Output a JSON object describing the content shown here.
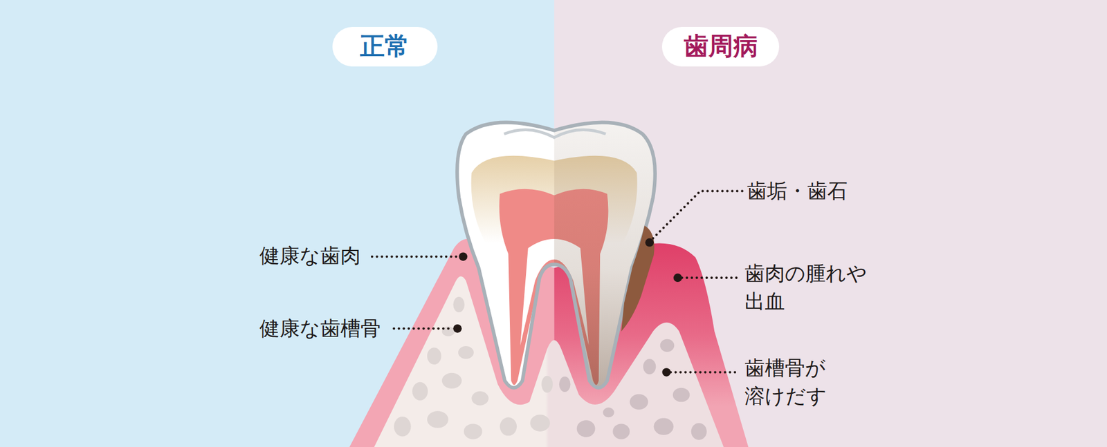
{
  "diagram": {
    "nodes": [
      {
        "text": [
          "正常"
        ]
      },
      {
        "text": [
          "歯周病"
        ]
      }
    ],
    "labels": [
      "健康な歯肉",
      "健康な歯槽骨",
      "歯垢・歯石",
      "歯肉の腫れや 出血",
      "歯槽骨が 溶けだす"
    ]
  }
}
